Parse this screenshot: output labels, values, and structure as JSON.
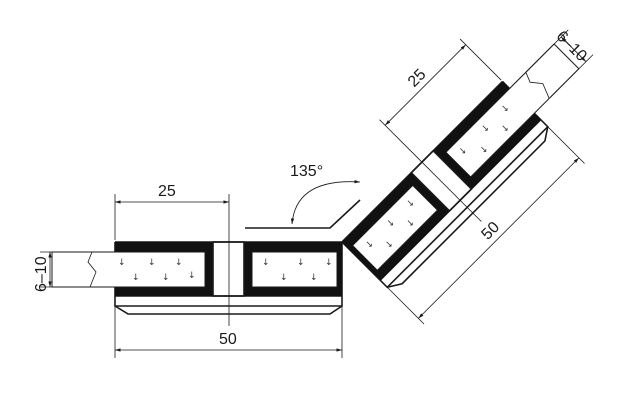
{
  "dimensions": {
    "horizontal_depth": "25",
    "horizontal_length": "50",
    "horizontal_glass": "6–10",
    "angle": "135°",
    "angled_depth": "25",
    "angled_length": "50",
    "angled_glass": "6–10"
  },
  "colors": {
    "line": "#1a1a1a",
    "gasket": "#111111",
    "background": "#ffffff"
  }
}
